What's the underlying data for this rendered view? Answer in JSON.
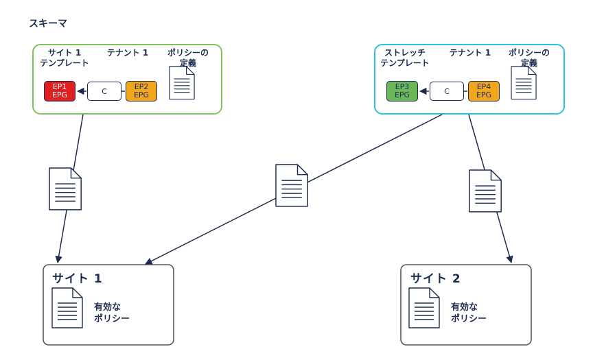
{
  "title": "スキーマ",
  "template1": {
    "name_line1": "サイト 1",
    "name_line2": "テンプレート",
    "tenant": "テナント 1",
    "policy_line1": "ポリシーの",
    "policy_line2": "定義",
    "ep_left": {
      "line1": "EP1",
      "line2": "EPG",
      "color": "#e02020"
    },
    "contract": "C",
    "ep_right": {
      "line1": "EP2",
      "line2": "EPG",
      "color": "#f2a61e"
    },
    "border_color": "#7fc25a"
  },
  "template2": {
    "name_line1": "ストレッチ",
    "name_line2": "テンプレート",
    "tenant": "テナント 1",
    "policy_line1": "ポリシーの",
    "policy_line2": "定義",
    "ep_left": {
      "line1": "EP3",
      "line2": "EPG",
      "color": "#6ab85a"
    },
    "contract": "C",
    "ep_right": {
      "line1": "EP4",
      "line2": "EPG",
      "color": "#f2a61e"
    },
    "border_color": "#2cc1e0"
  },
  "site1": {
    "title": "サイト 1",
    "policy_line1": "有効な",
    "policy_line2": "ポリシー"
  },
  "site2": {
    "title": "サイト 2",
    "policy_line1": "有効な",
    "policy_line2": "ポリシー"
  }
}
